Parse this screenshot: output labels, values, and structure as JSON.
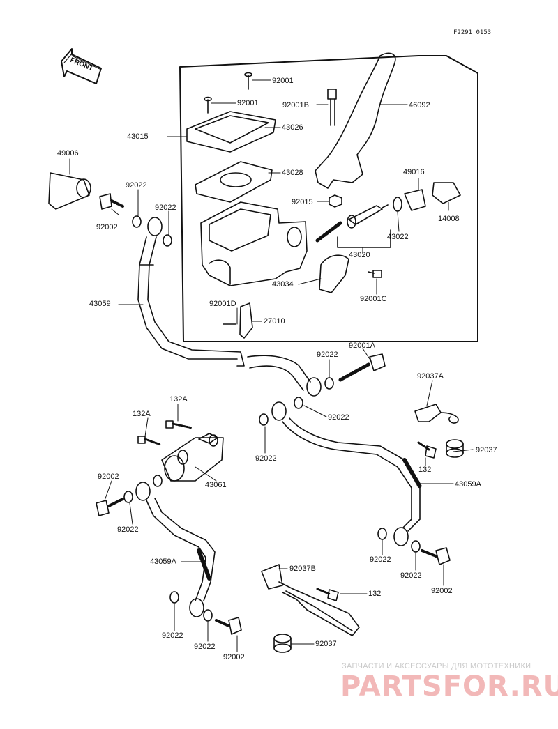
{
  "diagram_code": "F2291 0153",
  "front_label": "FRONT",
  "watermark": {
    "line1": "ЗАПЧАСТИ И АКСЕССУАРЫ ДЛЯ МОТОТЕХНИКИ",
    "line2": "PARTSFOR.RU"
  },
  "labels": {
    "p92001_a": "92001",
    "p92001_b": "92001",
    "p92001B": "92001B",
    "p46092": "46092",
    "p43015": "43015",
    "p43026": "43026",
    "p43028": "43028",
    "p49006": "49006",
    "p92022_a": "92022",
    "p92022_b": "92022",
    "p92002_a": "92002",
    "p49016": "49016",
    "p92015": "92015",
    "p14008": "14008",
    "p43022": "43022",
    "p43020": "43020",
    "p43034": "43034",
    "p92001C": "92001C",
    "p43059": "43059",
    "p92001D": "92001D",
    "p27010": "27010",
    "p92022_c": "92022",
    "p92001A": "92001A",
    "p92037A": "92037A",
    "p132A_a": "132A",
    "p132A_b": "132A",
    "p92022_d": "92022",
    "p92022_e": "92022",
    "p92037_a": "92037",
    "p132_a": "132",
    "p43061": "43061",
    "p92002_b": "92002",
    "p43059A_a": "43059A",
    "p92022_f": "92022",
    "p92022_g": "92022",
    "p92022_h": "92022",
    "p92002_c": "92002",
    "p43059A_b": "43059A",
    "p92037B": "92037B",
    "p132_b": "132",
    "p92022_i": "92022",
    "p92022_j": "92022",
    "p92002_d": "92002",
    "p92037_b": "92037"
  }
}
